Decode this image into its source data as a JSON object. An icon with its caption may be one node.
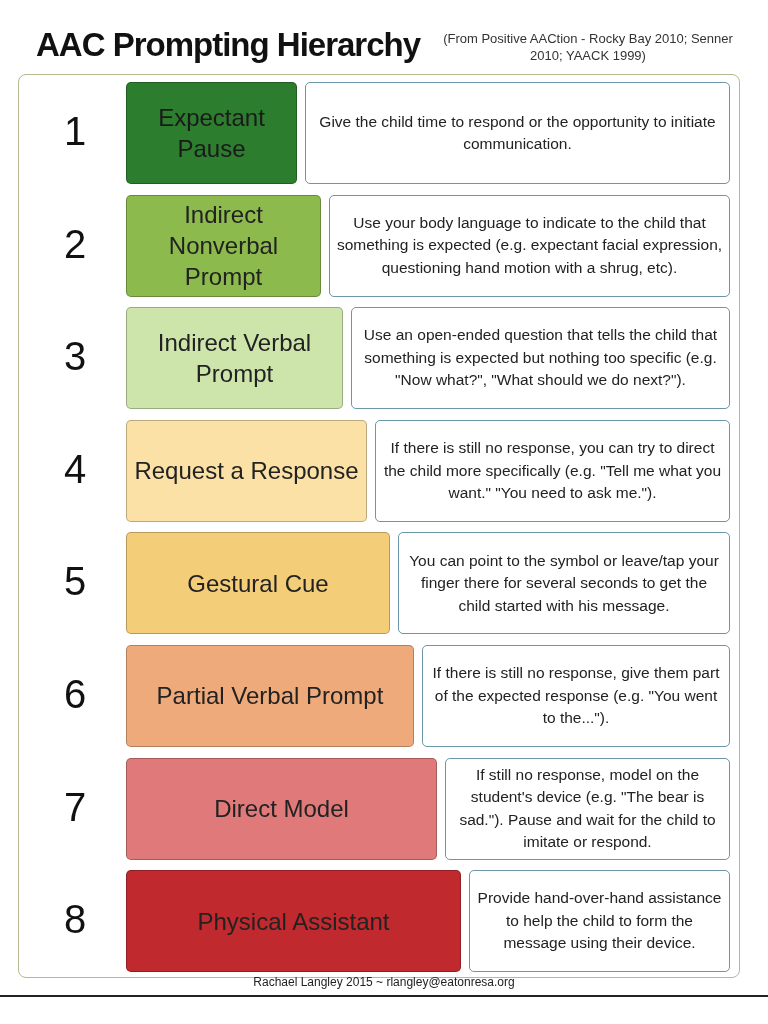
{
  "diagram": {
    "title": "AAC Prompting Hierarchy",
    "caption": "Rachael Langley 2015 ~ rlangley@eatonresa.org",
    "nodes": [
      {
        "text": [
          "Expectant Pause"
        ]
      },
      {
        "text": [
          "Give the child time to respond or the opportunity to initiate communication."
        ]
      },
      {
        "text": [
          "Indirect Nonverbal Prompt"
        ]
      },
      {
        "text": [
          "Use your body language to indicate to the child that something is expected (e.g. expectant facial expression, questioning hand motion with a shrug, etc)."
        ]
      },
      {
        "text": [
          "Indirect Verbal Prompt"
        ]
      },
      {
        "text": [
          "Use an open-ended question that tells the child that something is expected but nothing too specific (e.g. \"Now what?\", \"What should we do next?\")."
        ]
      },
      {
        "text": [
          "Request a Response"
        ]
      },
      {
        "text": [
          "If there is still no response, you can try to direct the child more specifically (e.g. \"Tell me what you want.\" \"You need to ask me.\")."
        ]
      },
      {
        "text": [
          "Gestural Cue"
        ]
      },
      {
        "text": [
          "You can point to the symbol or leave/tap your finger there for several seconds to get the child started with his message."
        ]
      },
      {
        "text": [
          "Partial Verbal Prompt"
        ]
      },
      {
        "text": [
          "If there is still no response, give them part of the expected response (e.g. \"You went to the...\")."
        ]
      },
      {
        "text": [
          "Direct Model"
        ]
      },
      {
        "text": [
          "If still no response, model on the student's device (e.g. \"The bear is sad.\"). Pause and wait for the child to imitate or respond."
        ]
      },
      {
        "text": [
          "Physical Assistant"
        ]
      },
      {
        "text": [
          "Provide hand-over-hand assistance to help the child to form the message using their device."
        ]
      }
    ],
    "labels": [
      "(From Positive AACtion - Rocky Bay 2010; Senner 2010; YAACK 1999)",
      "1",
      "2",
      "3",
      "4",
      "5",
      "6",
      "7",
      "8"
    ]
  }
}
